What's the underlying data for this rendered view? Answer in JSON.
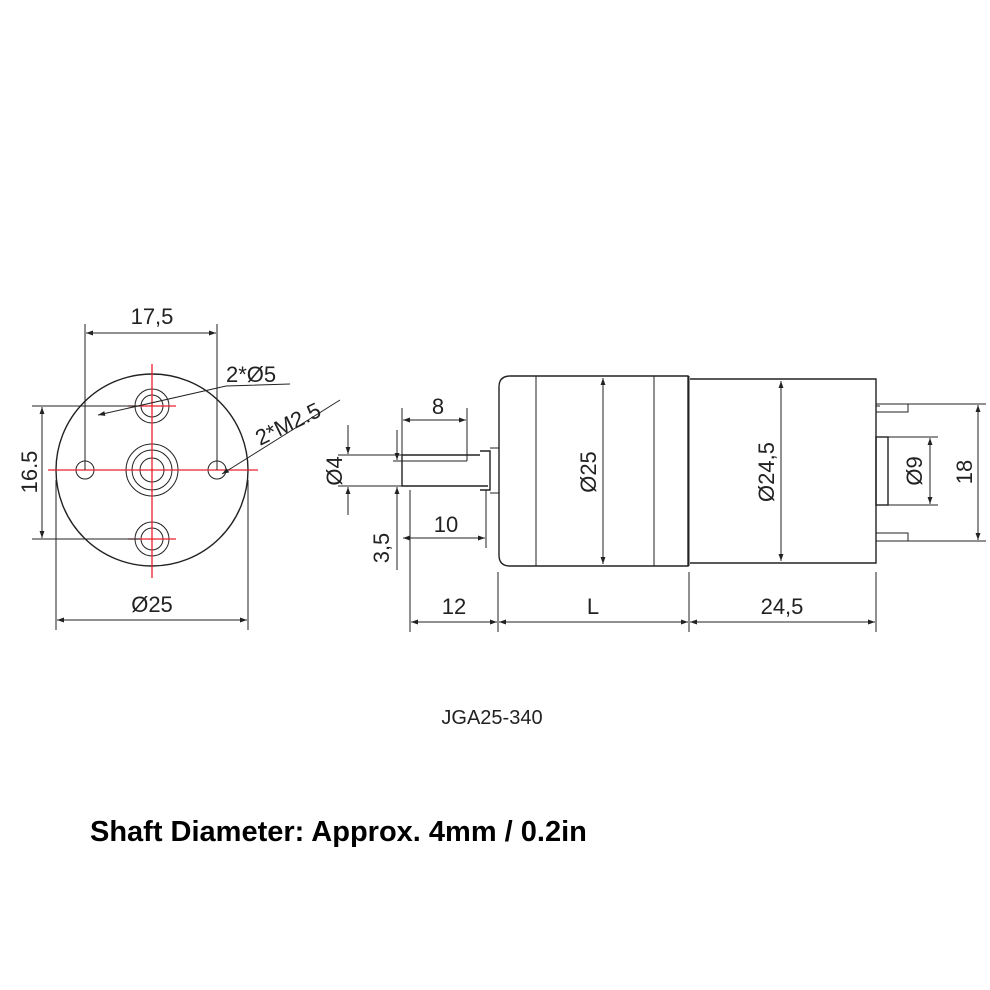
{
  "model": "JGA25-340",
  "caption": "Shaft Diameter: Approx. 4mm / 0.2in",
  "front_view": {
    "hole_spacing": "17,5",
    "mount_holes": "2*Ø5",
    "screw_holes": "2*M2.5",
    "vertical_spacing": "16.5",
    "diameter": "Ø25"
  },
  "side_view": {
    "flat_length": "8",
    "shaft_diameter": "Ø4",
    "shaft_flat_depth": "3,5",
    "shaft_length_flat": "10",
    "shaft_length": "12",
    "gearbox_length": "L",
    "gearbox_diameter": "Ø25",
    "motor_diameter": "Ø24,5",
    "motor_length": "24,5",
    "end_boss_diameter": "Ø9",
    "terminal_span": "18"
  },
  "colors": {
    "line": "#222222",
    "centerline": "#e8202a"
  }
}
